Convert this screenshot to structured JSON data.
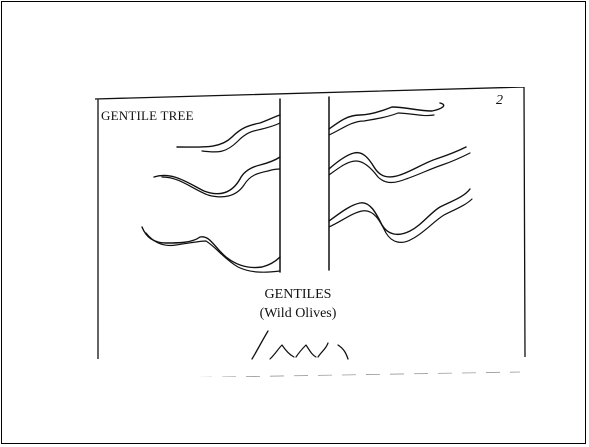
{
  "diagram": {
    "title": "GENTILE TREE",
    "page_number": "2",
    "caption_line1": "GENTILES",
    "caption_line2": "(Wild Olives)"
  }
}
